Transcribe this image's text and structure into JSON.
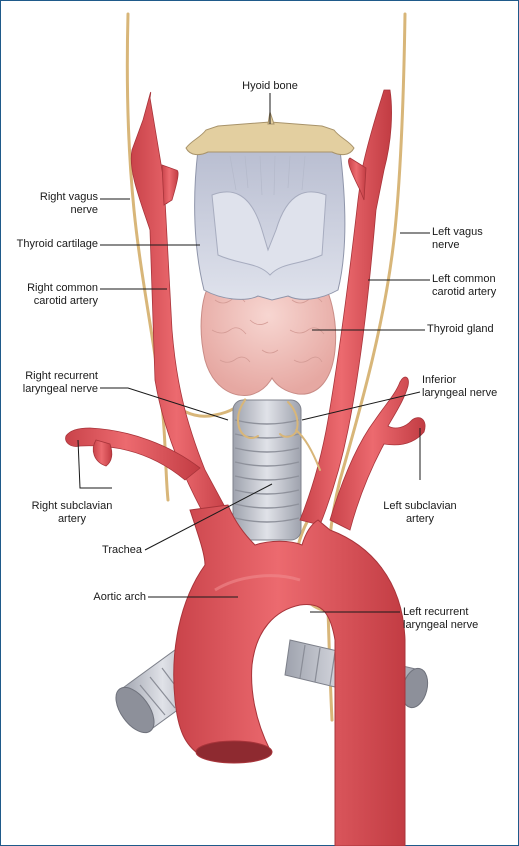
{
  "labels": {
    "hyoid_bone": "Hyoid bone",
    "right_vagus_nerve": [
      "Right vagus",
      "nerve"
    ],
    "thyroid_cartilage": "Thyroid cartilage",
    "right_common_carotid": [
      "Right common",
      "carotid artery"
    ],
    "right_recurrent_laryngeal": [
      "Right recurrent",
      "laryngeal nerve"
    ],
    "right_subclavian": [
      "Right subclavian",
      "artery"
    ],
    "trachea": "Trachea",
    "aortic_arch": "Aortic arch",
    "left_vagus_nerve": [
      "Left vagus",
      "nerve"
    ],
    "left_common_carotid": [
      "Left common",
      "carotid artery"
    ],
    "thyroid_gland": "Thyroid gland",
    "inferior_laryngeal": [
      "Inferior",
      "laryngeal nerve"
    ],
    "left_subclavian": [
      "Left subclavian",
      "artery"
    ],
    "left_recurrent_laryngeal": [
      "Left recurrent",
      "laryngeal nerve"
    ]
  },
  "colors": {
    "artery": "#e2535a",
    "artery_dark": "#b93a40",
    "nerve": "#e2c48f",
    "bone": "#e3cfa0",
    "cartilage": "#cfd3e2",
    "thyroid": "#f2c2bd",
    "trachea": "#c7cad3",
    "frame": "#1f5a8a"
  }
}
